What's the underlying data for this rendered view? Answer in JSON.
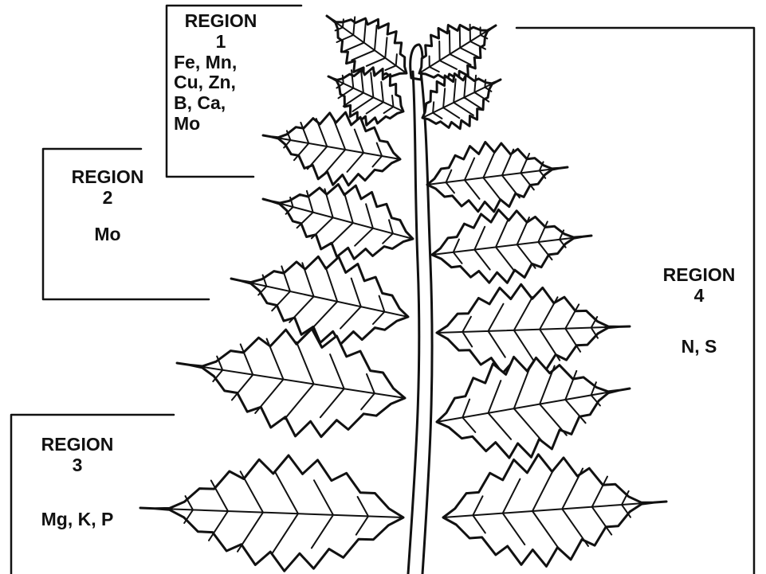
{
  "regions": [
    {
      "id": "region-1",
      "heading": "REGION",
      "number": "1",
      "nutrients": [
        "Fe, Mn,",
        "Cu, Zn,",
        "B, Ca,",
        "Mo"
      ]
    },
    {
      "id": "region-2",
      "heading": "REGION",
      "number": "2",
      "nutrients": [
        "Mo"
      ]
    },
    {
      "id": "region-3",
      "heading": "REGION",
      "number": "3",
      "nutrients": [
        "Mg, K, P"
      ]
    },
    {
      "id": "region-4",
      "heading": "REGION",
      "number": "4",
      "nutrients": [
        "N, S"
      ]
    }
  ],
  "colors": {
    "ink": "#111111",
    "background": "#ffffff"
  }
}
